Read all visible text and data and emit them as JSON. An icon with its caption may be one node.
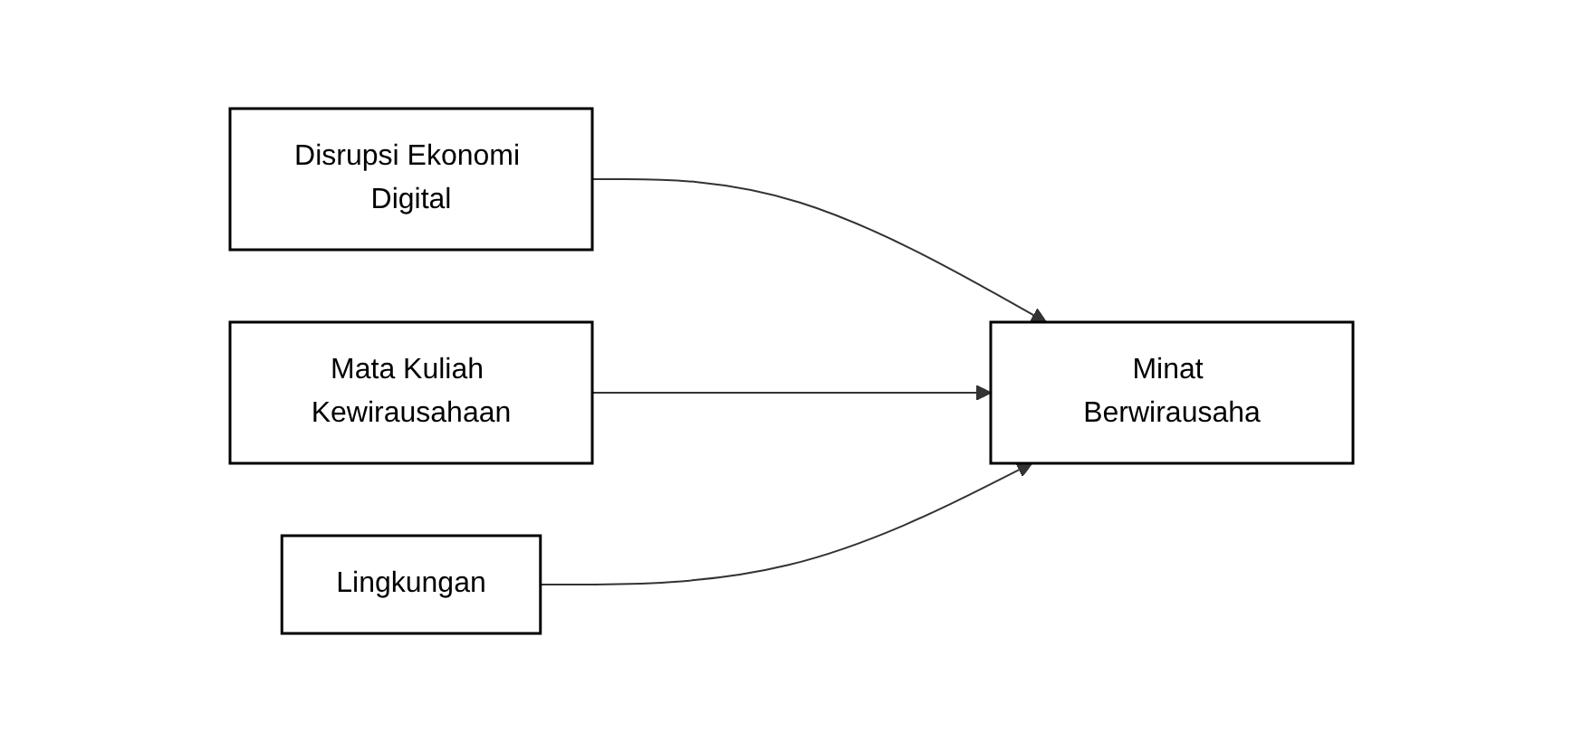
{
  "diagram": {
    "nodes": [
      {
        "text": [
          "Disrupsi Ekonomi Digital"
        ]
      },
      {
        "text": [
          "Mata Kuliah Kewirausahaan"
        ]
      },
      {
        "text": [
          "Lingkungan"
        ]
      },
      {
        "text": [
          "Minat Berwirausaha"
        ]
      }
    ],
    "edges": [
      {
        "from": 0,
        "to": 3,
        "arrow": "to"
      },
      {
        "from": 1,
        "to": 3,
        "arrow": "to"
      },
      {
        "from": 2,
        "to": 3,
        "arrow": "to"
      }
    ]
  }
}
